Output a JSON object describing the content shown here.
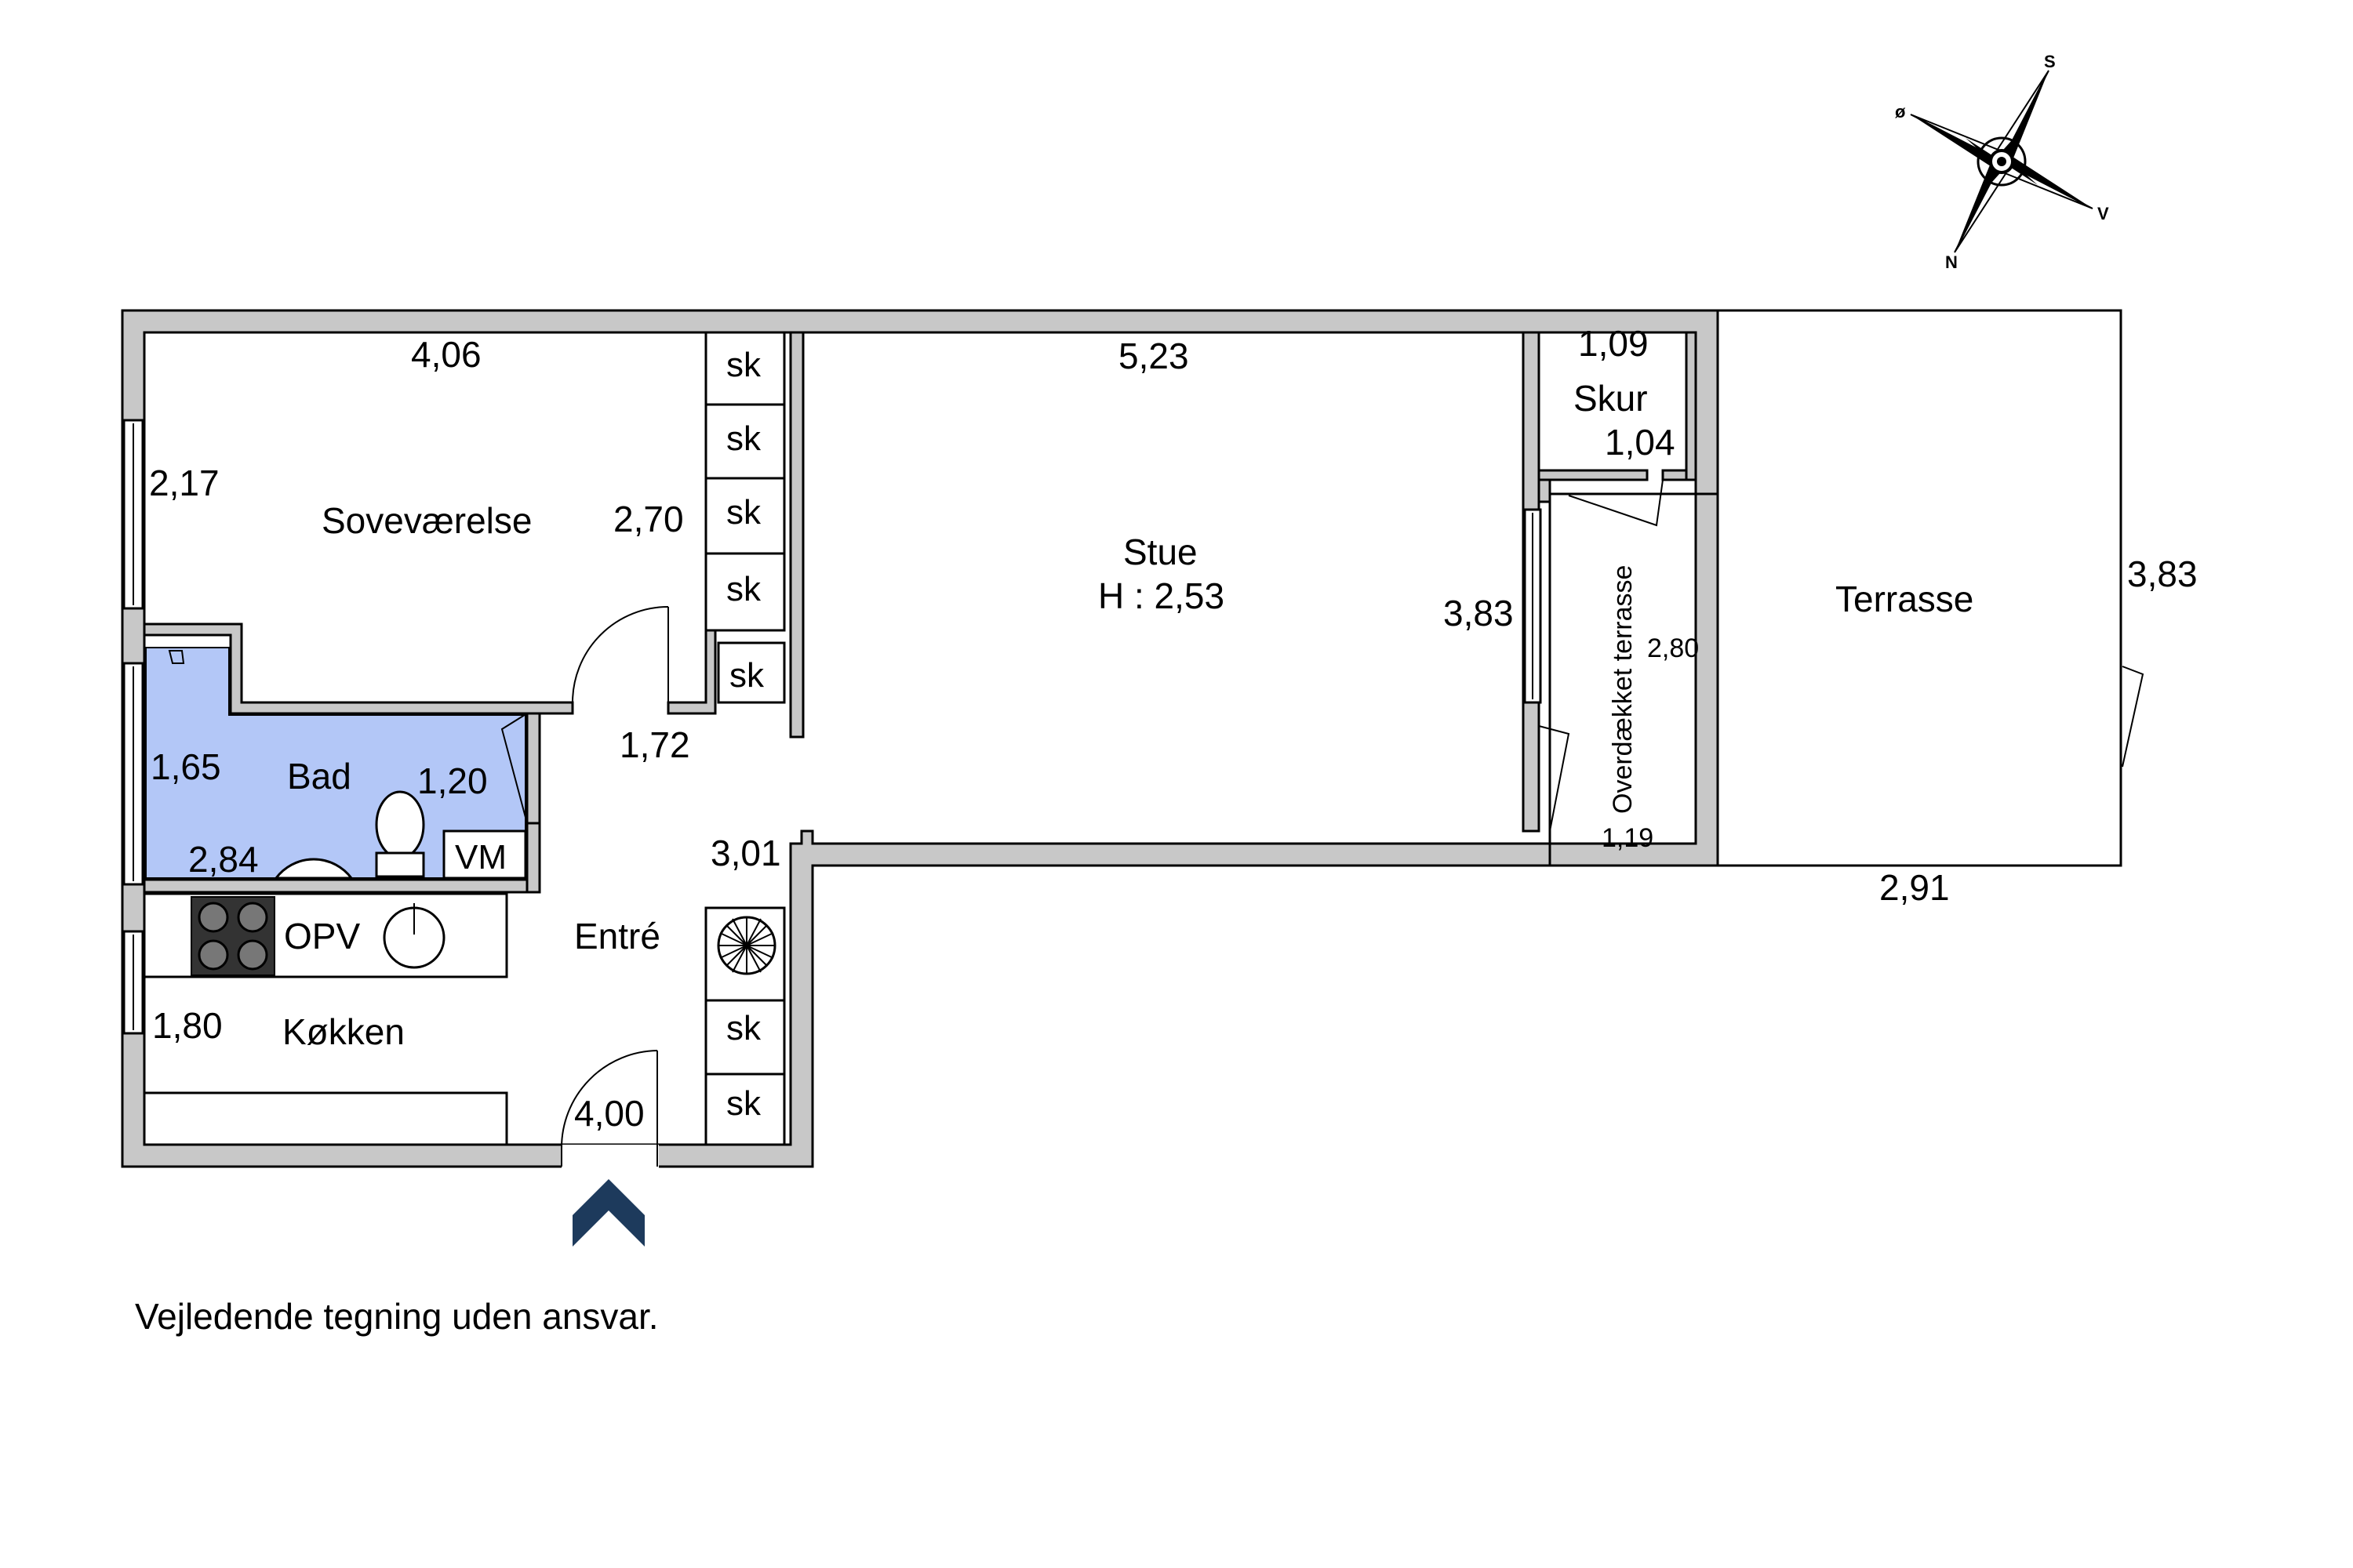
{
  "rooms": {
    "sovevaerelse": "Soveværelse",
    "stue": "Stue",
    "stue_height": "H : 2,53",
    "bad": "Bad",
    "entre": "Entré",
    "kokken": "Køkken",
    "skur": "Skur",
    "overdaekket": "Overdækket terrasse",
    "terrasse": "Terrasse"
  },
  "fixtures": {
    "sk": "sk",
    "vm": "VM",
    "opv": "OPV"
  },
  "dimensions": {
    "sov_width": "4,06",
    "sov_left": "2,17",
    "sov_right": "2,70",
    "stue_width": "5,23",
    "stue_right": "3,83",
    "bad_left": "1,65",
    "bad_right": "1,20",
    "bad_bottom": "2,84",
    "entre_top": "1,72",
    "entre_right": "3,01",
    "kokken_left": "1,80",
    "entre_bottom": "4,00",
    "skur_top": "1,09",
    "skur_side": "1,04",
    "overd_side": "2,80",
    "overd_bottom": "1,19",
    "terrasse_right": "3,83",
    "terrasse_bottom": "2,91"
  },
  "compass": {
    "n": "N",
    "s": "S",
    "o": "ø",
    "v": "V"
  },
  "colors": {
    "wall": "#c8c8c8",
    "bathroom": "#b3c7f7",
    "entrance_arrow": "#1d3a5c"
  },
  "footer": {
    "note": "Vejledende tegning uden ansvar."
  }
}
